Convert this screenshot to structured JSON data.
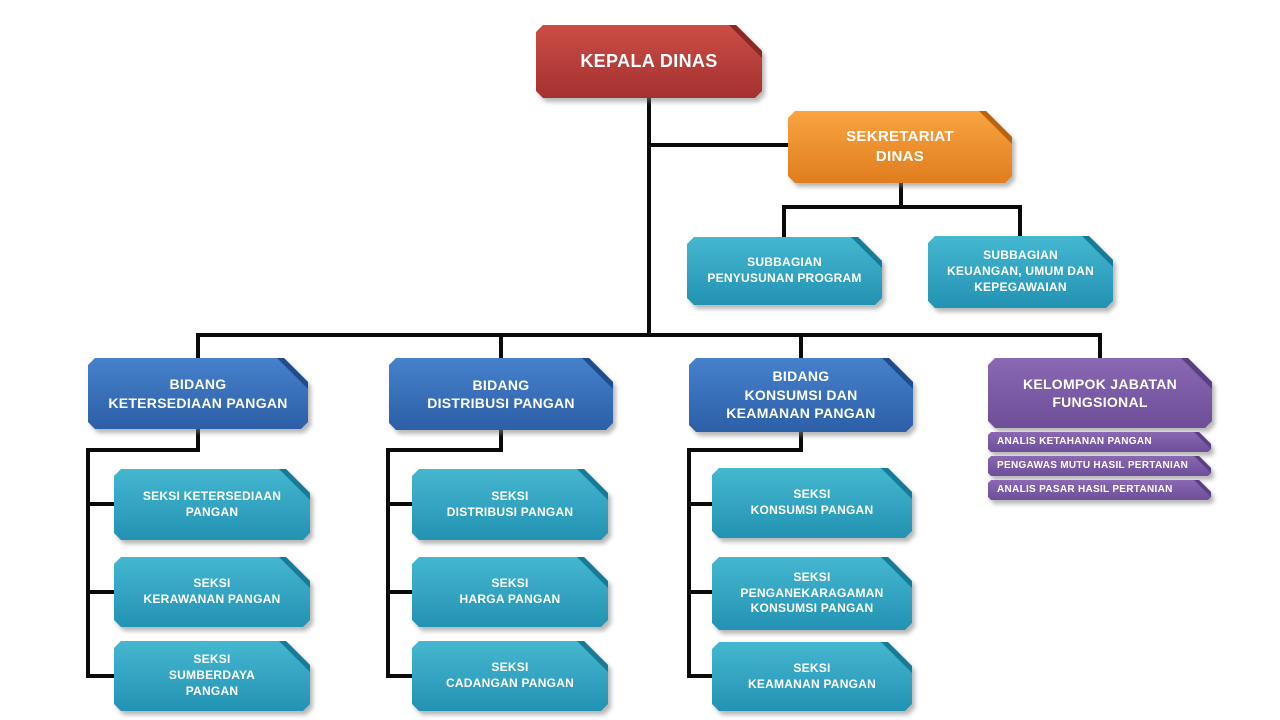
{
  "palette": {
    "background": "#ffffff",
    "connector": "#0a0a0a",
    "red": "#b03a3a",
    "orange": "#ee9130",
    "teal": "#32a5c2",
    "blue": "#3970b9",
    "purple": "#7b5ba6",
    "text": "#ffffff"
  },
  "org": {
    "root": {
      "label": "KEPALA DINAS"
    },
    "sekretariat": {
      "label": "SEKRETARIAT\nDINAS",
      "children": [
        {
          "label": "SUBBAGIAN\nPENYUSUNAN PROGRAM"
        },
        {
          "label": "SUBBAGIAN\nKEUANGAN, UMUM DAN\nKEPEGAWAIAN"
        }
      ]
    },
    "bidang": [
      {
        "label": "BIDANG\nKETERSEDIAAN PANGAN",
        "seksi": [
          "SEKSI KETERSEDIAAN\nPANGAN",
          "SEKSI\nKERAWANAN PANGAN",
          "SEKSI\nSUMBERDAYA\nPANGAN"
        ]
      },
      {
        "label": "BIDANG\nDISTRIBUSI PANGAN",
        "seksi": [
          "SEKSI\nDISTRIBUSI PANGAN",
          "SEKSI\nHARGA PANGAN",
          "SEKSI\nCADANGAN PANGAN"
        ]
      },
      {
        "label": "BIDANG\nKONSUMSI DAN\nKEAMANAN PANGAN",
        "seksi": [
          "SEKSI\nKONSUMSI PANGAN",
          "SEKSI\nPENGANEKARAGAMAN\nKONSUMSI PANGAN",
          "SEKSI\nKEAMANAN PANGAN"
        ]
      }
    ],
    "fungsional": {
      "label": "KELOMPOK JABATAN\nFUNGSIONAL",
      "items": [
        "ANALIS KETAHANAN PANGAN",
        "PENGAWAS MUTU HASIL PERTANIAN",
        "ANALIS PASAR HASIL PERTANIAN"
      ]
    }
  }
}
